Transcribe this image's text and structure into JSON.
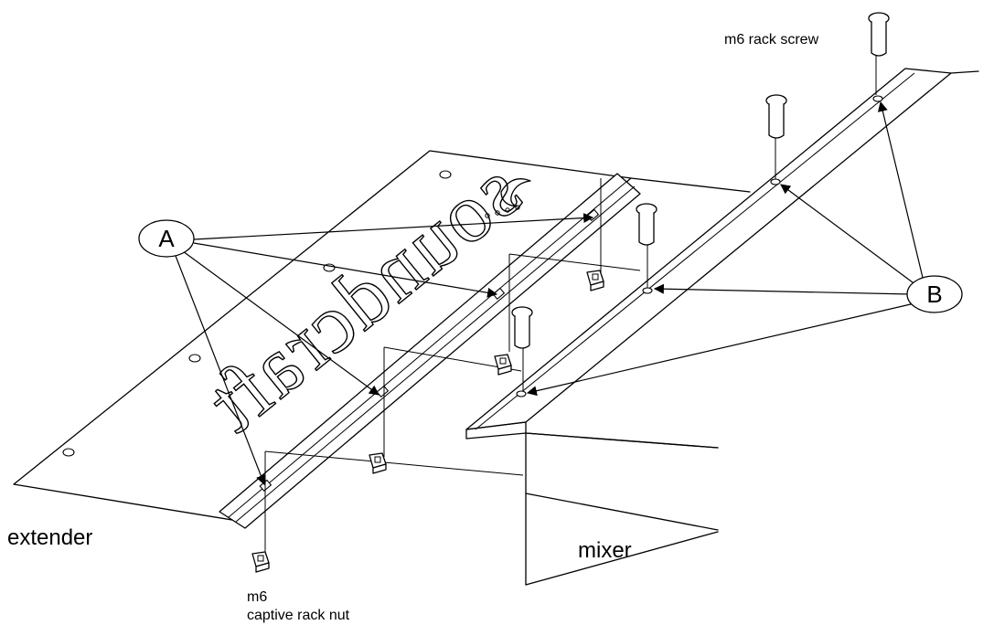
{
  "callouts": {
    "a": "A",
    "b": "B"
  },
  "labels": {
    "rack_screw": "m6 rack screw",
    "extender": "extender",
    "mixer": "mixer",
    "nut_line1": "m6",
    "nut_line2": "captive rack nut"
  },
  "logo_text": "soundcraft"
}
